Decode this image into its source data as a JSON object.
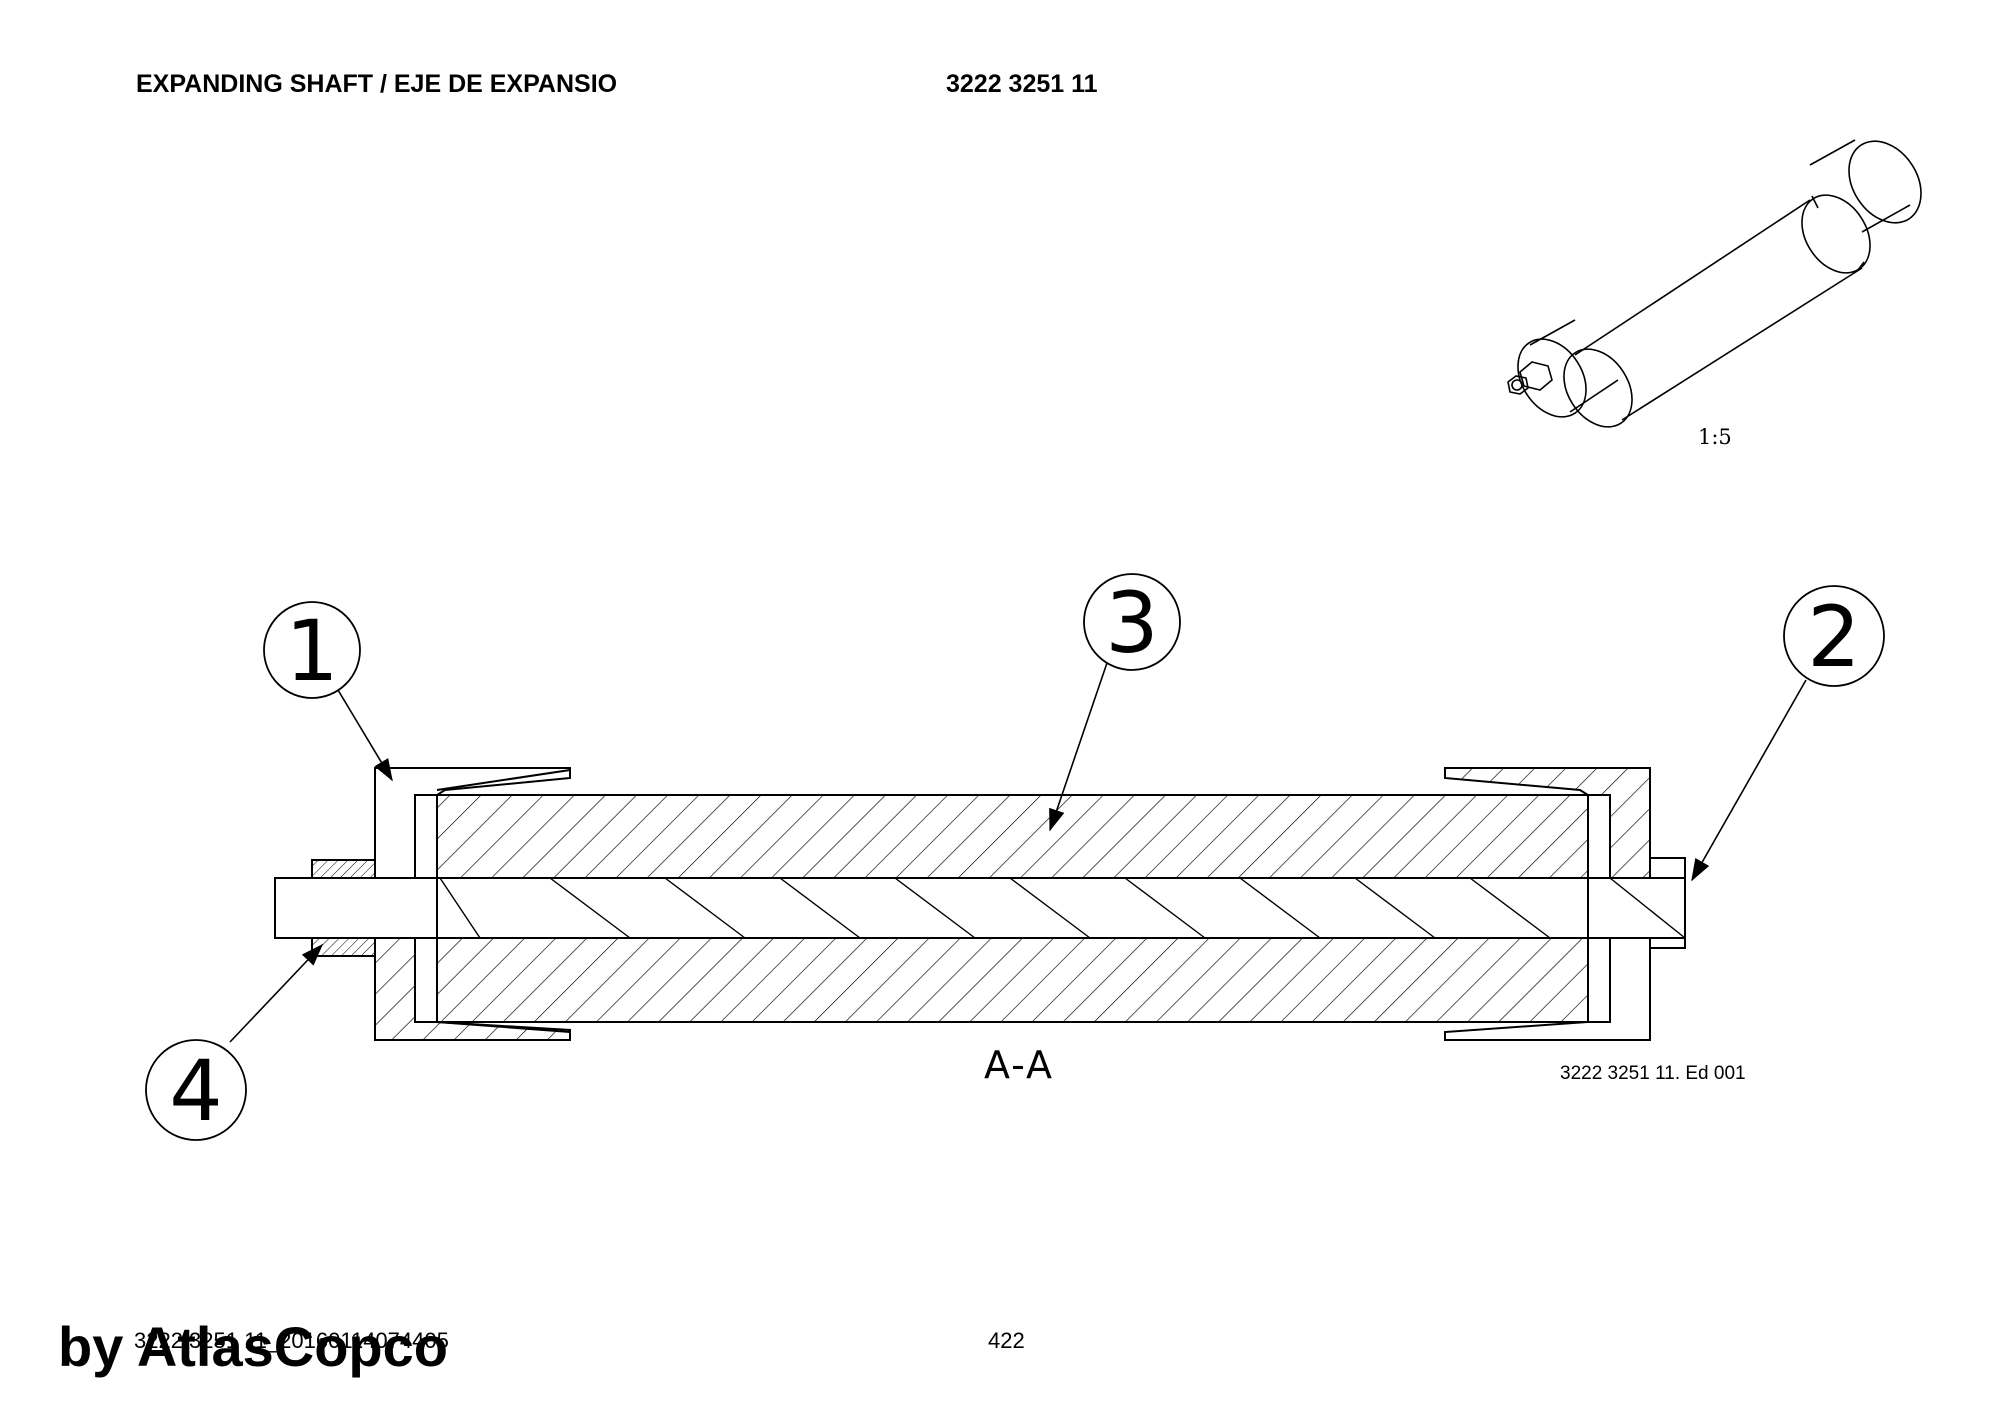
{
  "header": {
    "title": "EXPANDING SHAFT / EJE DE EXPANSIO",
    "part_number": "3222 3251 11"
  },
  "iso_view": {
    "scale_label": "1:5"
  },
  "section_view": {
    "label": "A-A",
    "balloons": [
      {
        "num": "1"
      },
      {
        "num": "2"
      },
      {
        "num": "3"
      },
      {
        "num": "4"
      }
    ],
    "edition": "3222 3251 11. Ed 001"
  },
  "footer": {
    "doc_id": "3222 3251 11_20160114074405",
    "page_number": "422",
    "watermark": "by AtlasCopco"
  }
}
